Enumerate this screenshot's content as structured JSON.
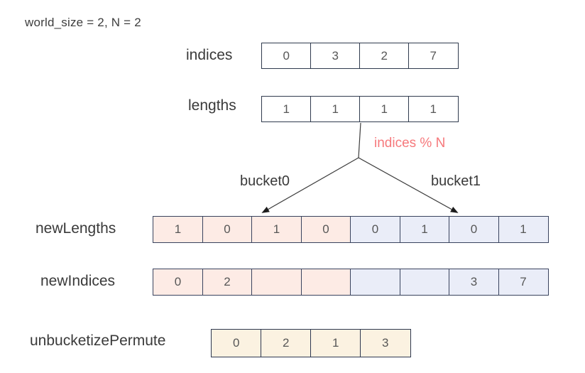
{
  "header": {
    "title": "world_size = 2, N = 2"
  },
  "rows": {
    "indices": {
      "label": "indices",
      "values": [
        "0",
        "3",
        "2",
        "7"
      ],
      "fills": [
        "#ffffff",
        "#ffffff",
        "#ffffff",
        "#ffffff"
      ]
    },
    "lengths": {
      "label": "lengths",
      "values": [
        "1",
        "1",
        "1",
        "1"
      ],
      "fills": [
        "#ffffff",
        "#ffffff",
        "#ffffff",
        "#ffffff"
      ]
    },
    "newLengths": {
      "label": "newLengths",
      "values": [
        "1",
        "0",
        "1",
        "0",
        "0",
        "1",
        "0",
        "1"
      ],
      "fills": [
        "#fdebe5",
        "#fdebe5",
        "#fdebe5",
        "#fdebe5",
        "#eaedf8",
        "#eaedf8",
        "#eaedf8",
        "#eaedf8"
      ]
    },
    "newIndices": {
      "label": "newIndices",
      "values": [
        "0",
        "2",
        "",
        "",
        "",
        "",
        "3",
        "7"
      ],
      "fills": [
        "#fdebe5",
        "#fdebe5",
        "#fdebe5",
        "#fdebe5",
        "#eaedf8",
        "#eaedf8",
        "#eaedf8",
        "#eaedf8"
      ]
    },
    "unbucketizePermute": {
      "label": "unbucketizePermute",
      "values": [
        "0",
        "2",
        "1",
        "3"
      ],
      "fills": [
        "#fbf2e1",
        "#fbf2e1",
        "#fbf2e1",
        "#fbf2e1"
      ]
    }
  },
  "annotations": {
    "modulo": "indices % N",
    "bucket0": "bucket0",
    "bucket1": "bucket1"
  },
  "colors": {
    "background": "#ffffff",
    "cell_border": "#39435e",
    "label_text": "#3a3a3a",
    "cell_text": "#575757",
    "accent_red": "#f6797c",
    "bucket0_fill": "#fdebe5",
    "bucket1_fill": "#eaedf8",
    "permute_fill": "#fbf2e1",
    "line": "#3c3c3c"
  }
}
